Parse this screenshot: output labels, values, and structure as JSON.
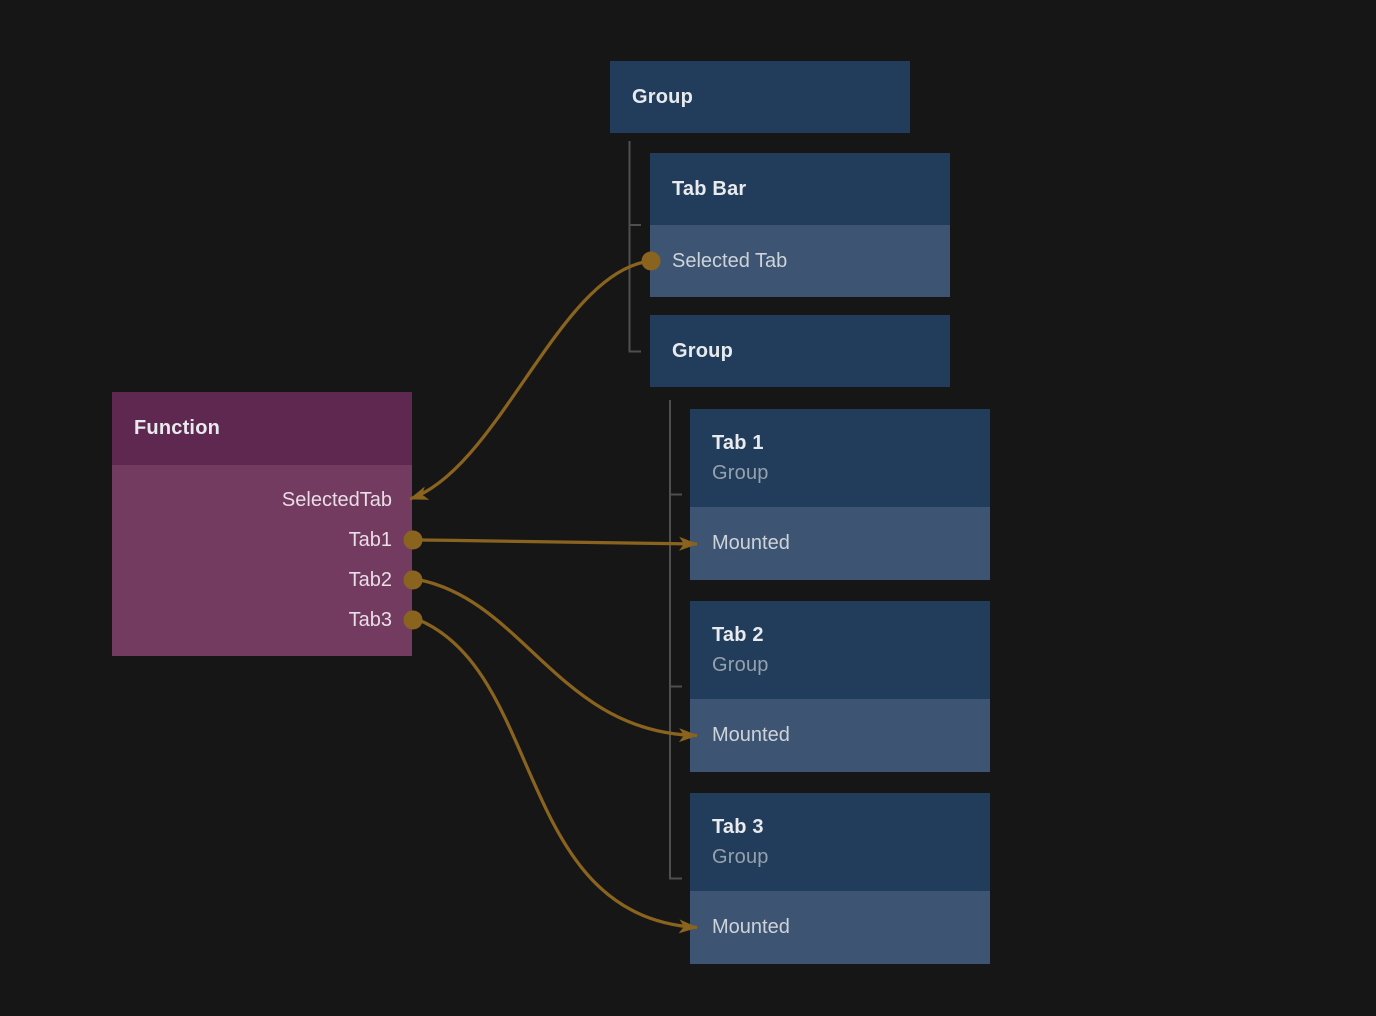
{
  "app": {
    "type": "node-graph-editor"
  },
  "colors": {
    "background": "#161616",
    "node_blue_header": "#213d5b",
    "node_blue_row": "#3d5572",
    "node_purple_header": "#5e2850",
    "node_purple_body": "#733b5f",
    "wire": "#8a641f",
    "tree_line": "#4f4f4f",
    "title_text": "#e8eaed",
    "subtitle_text": "#97a1ab",
    "row_text": "#ced3d9",
    "function_label_text": "#e9dde6"
  },
  "function_node": {
    "title": "Function",
    "ports": [
      {
        "label": "SelectedTab",
        "direction": "input",
        "connector": "arrow"
      },
      {
        "label": "Tab1",
        "direction": "output",
        "connector": "dot"
      },
      {
        "label": "Tab2",
        "direction": "output",
        "connector": "dot"
      },
      {
        "label": "Tab3",
        "direction": "output",
        "connector": "dot"
      }
    ]
  },
  "layer_tree": {
    "root_group": {
      "title": "Group"
    },
    "tab_bar": {
      "title": "Tab Bar",
      "property": "Selected Tab"
    },
    "inner_group": {
      "title": "Group"
    },
    "tabs": [
      {
        "title": "Tab 1",
        "subtitle": "Group",
        "property": "Mounted"
      },
      {
        "title": "Tab 2",
        "subtitle": "Group",
        "property": "Mounted"
      },
      {
        "title": "Tab 3",
        "subtitle": "Group",
        "property": "Mounted"
      }
    ]
  },
  "wires": [
    {
      "from": "Tab Bar.Selected Tab",
      "to": "Function.SelectedTab"
    },
    {
      "from": "Function.Tab1",
      "to": "Tab 1.Mounted"
    },
    {
      "from": "Function.Tab2",
      "to": "Tab 2.Mounted"
    },
    {
      "from": "Function.Tab3",
      "to": "Tab 3.Mounted"
    }
  ]
}
